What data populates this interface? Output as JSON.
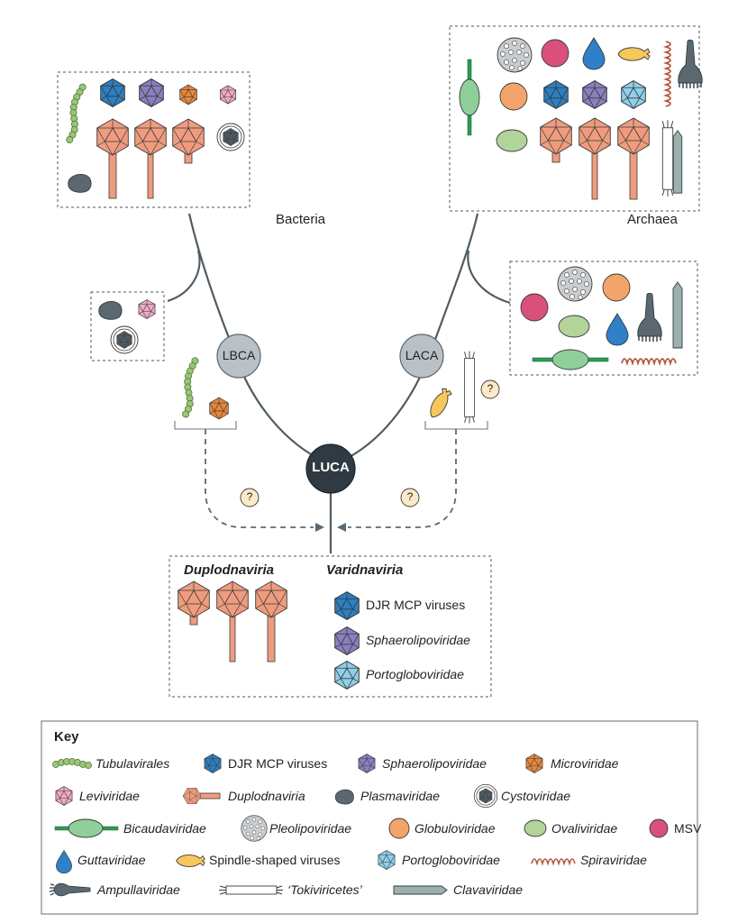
{
  "labels": {
    "bacteria": "Bacteria",
    "archaea": "Archaea",
    "lbca": "LBCA",
    "laca": "LACA",
    "luca": "LUCA",
    "question": "?",
    "duplodnaviria": "Duplodnaviria",
    "varidnaviria": "Varidnaviria",
    "djr": "DJR MCP viruses",
    "sphaero": "Sphaerolipoviridae",
    "portoglobo": "Portogloboviridae"
  },
  "key": {
    "title": "Key",
    "items": [
      {
        "text": "Tubulavirales",
        "italic": true
      },
      {
        "text": "DJR MCP viruses",
        "italic": false
      },
      {
        "text": "Sphaerolipoviridae",
        "italic": true
      },
      {
        "text": "Microviridae",
        "italic": true
      },
      {
        "text": "Leviviridae",
        "italic": true
      },
      {
        "text": "Duplodnaviria",
        "italic": true
      },
      {
        "text": "Plasmaviridae",
        "italic": true
      },
      {
        "text": "Cystoviridae",
        "italic": true
      },
      {
        "text": "Bicaudaviridae",
        "italic": true
      },
      {
        "text": "Pleolipoviridae",
        "italic": true
      },
      {
        "text": "Globuloviridae",
        "italic": true
      },
      {
        "text": "Ovaliviridae",
        "italic": true
      },
      {
        "text": "MSV",
        "italic": false
      },
      {
        "text": "Guttaviridae",
        "italic": true
      },
      {
        "text": "Spindle-shaped viruses",
        "italic": false
      },
      {
        "text": "Portogloboviridae",
        "italic": true
      },
      {
        "text": "Spiraviridae",
        "italic": true
      },
      {
        "text": "Ampullaviridae",
        "italic": true
      },
      {
        "text": "‘Tokiviricetes’",
        "italic": true
      },
      {
        "text": "Clavaviridae",
        "italic": true
      }
    ]
  },
  "colors": {
    "tree": "#4f5b63",
    "node": "#b9c0c6",
    "luca": "#2f3a42",
    "orange": "#ef9c7e",
    "blue": "#2d7fc1",
    "purple": "#8b7fc0",
    "micro": "#e8873a",
    "pink": "#f0a9c6",
    "green": "#9cc47a",
    "ovali": "#b2d39a",
    "globulo": "#f2a46a",
    "msv": "#d9507a",
    "gutta": "#2f7fc9",
    "spindle": "#f6c75a",
    "porto": "#8fd0ea",
    "spira": "#b5553e",
    "ampulla": "#5c6870",
    "clava": "#9bb1b0",
    "question_bg": "#fbe9c8"
  }
}
